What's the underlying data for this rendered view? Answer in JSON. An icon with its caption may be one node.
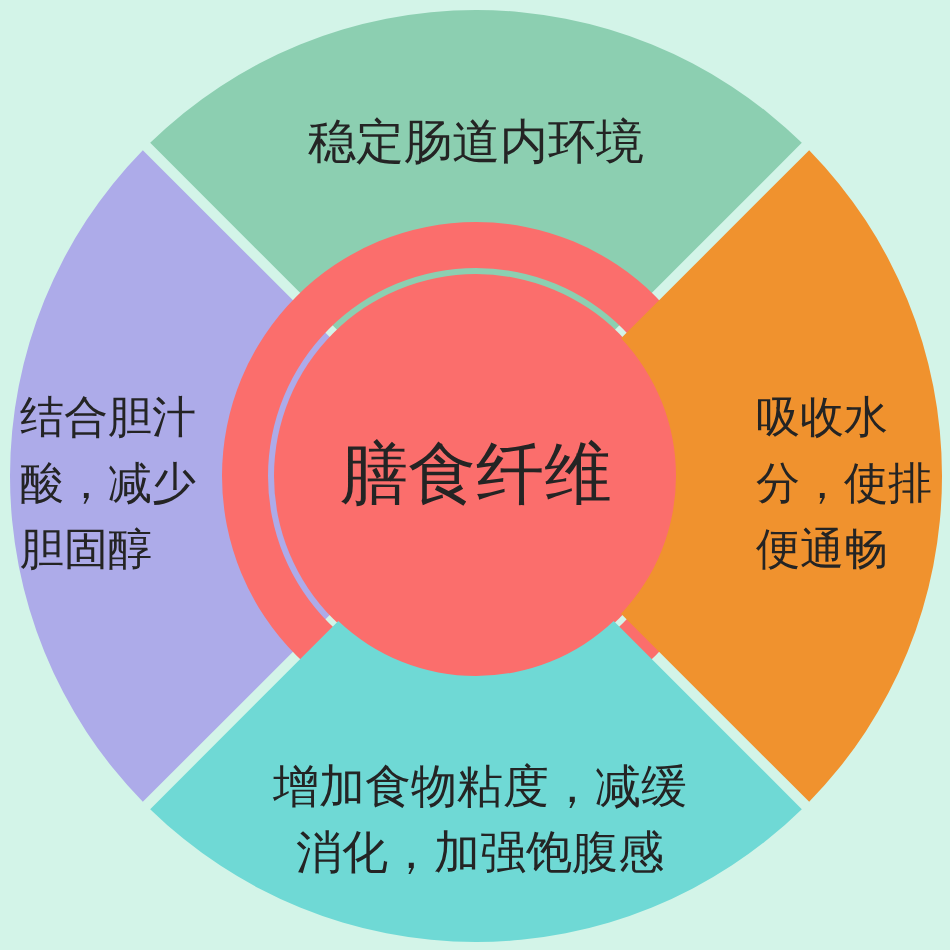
{
  "diagram": {
    "nodes": [
      {
        "text": [
          "稳定肠道内环境"
        ]
      },
      {
        "text": [
          "结合胆汁酸，减少胆固醇"
        ]
      },
      {
        "text": [
          "膳食纤维"
        ]
      },
      {
        "text": [
          "吸收水分，使排便通畅"
        ]
      },
      {
        "text": [
          "增加食物粘度，减缓消化，加强饱腹感"
        ]
      }
    ]
  }
}
